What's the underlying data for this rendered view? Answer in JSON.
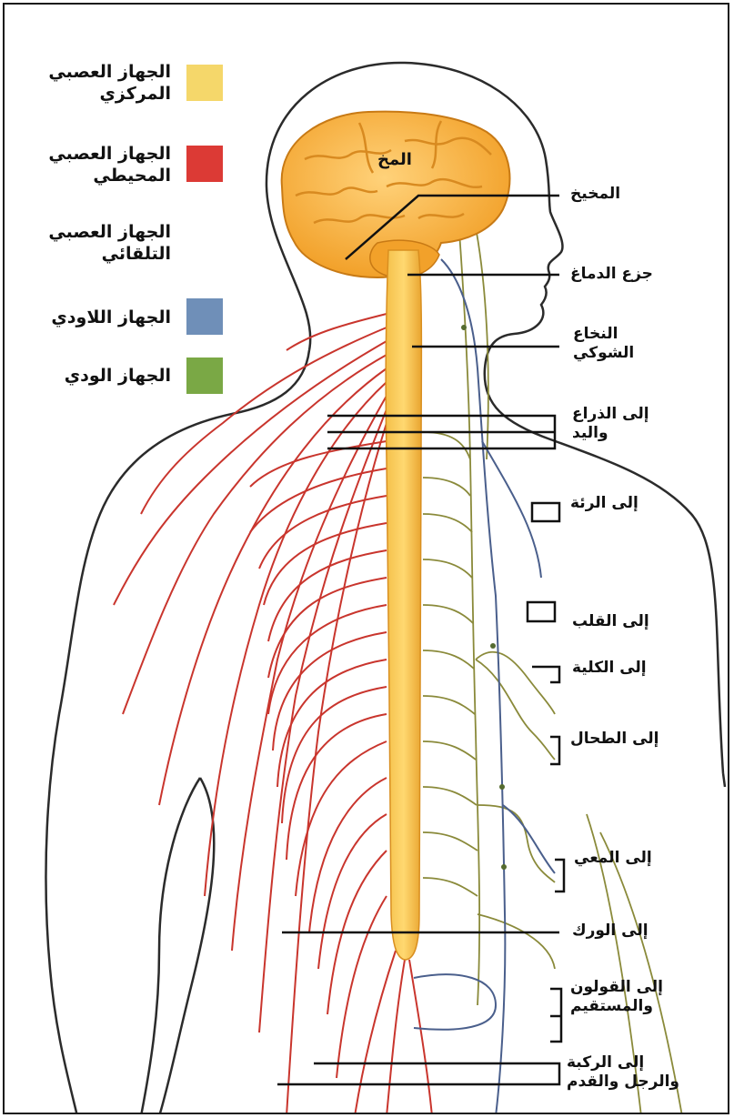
{
  "legend": {
    "items": [
      {
        "label": "الجهاز العصبي\nالمركزي",
        "color": "#f5d76a"
      },
      {
        "label": "الجهاز العصبي\nالمحيطي",
        "color": "#dc3a35"
      },
      {
        "label": "الجهاز العصبي\nالتلقائي",
        "color": ""
      },
      {
        "label": "الجهاز اللاودي",
        "color": "#6f8fb8"
      },
      {
        "label": "الجهاز الودي",
        "color": "#7aa845"
      }
    ]
  },
  "brain_label": "المخ",
  "annotations": [
    "المخيخ",
    "جزع الدماغ",
    "النخاع\nالشوكي",
    "إلى الذراع\nواليد",
    "إلى الرئة",
    "إلى القلب",
    "إلى الكلية",
    "إلى الطحال",
    "إلى المعي",
    "إلى الورك",
    "إلى القولون\nوالمستقيم",
    "إلى الركبة\nوالرجل والقدم"
  ],
  "colors": {
    "body_outline": "#2b2b2b",
    "central": "#f2b33d",
    "peripheral": "#c9352d",
    "parasympathetic": "#4a5f8c",
    "sympathetic": "#8a8a3a"
  }
}
